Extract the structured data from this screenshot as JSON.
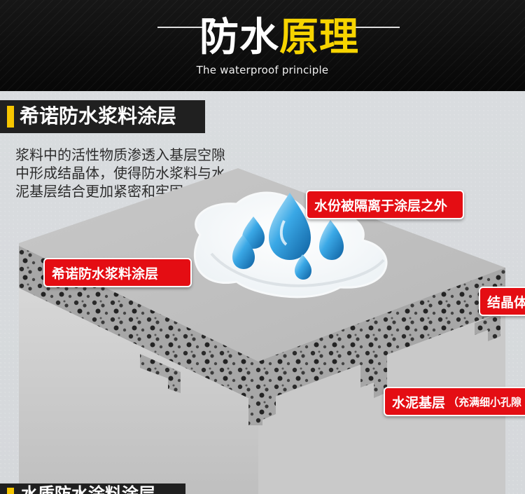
{
  "header": {
    "title_white": "防水",
    "title_yellow": "原理",
    "subtitle": "The waterproof principle"
  },
  "section": {
    "title": "希诺防水浆料涂层",
    "description": "浆料中的活性物质渗透入基层空隙\n中形成结晶体，使得防水浆料与水\n泥基层结合更加紧密和牢固。"
  },
  "illustration": {
    "callouts": {
      "water": "水份被隔离于涂层之外",
      "layer": "希诺防水浆料涂层",
      "crystal": "结晶体",
      "base_main": "水泥基层",
      "base_note": "（充满细小孔隙"
    }
  },
  "next_section": {
    "title": "水质防水涂料涂层"
  },
  "colors": {
    "header_bg": "#111111",
    "accent_yellow": "#f7d400",
    "accent_red": "#e40d13",
    "tag_bg": "#202020"
  },
  "icons": {
    "water_drop": "water-drop-icon"
  }
}
